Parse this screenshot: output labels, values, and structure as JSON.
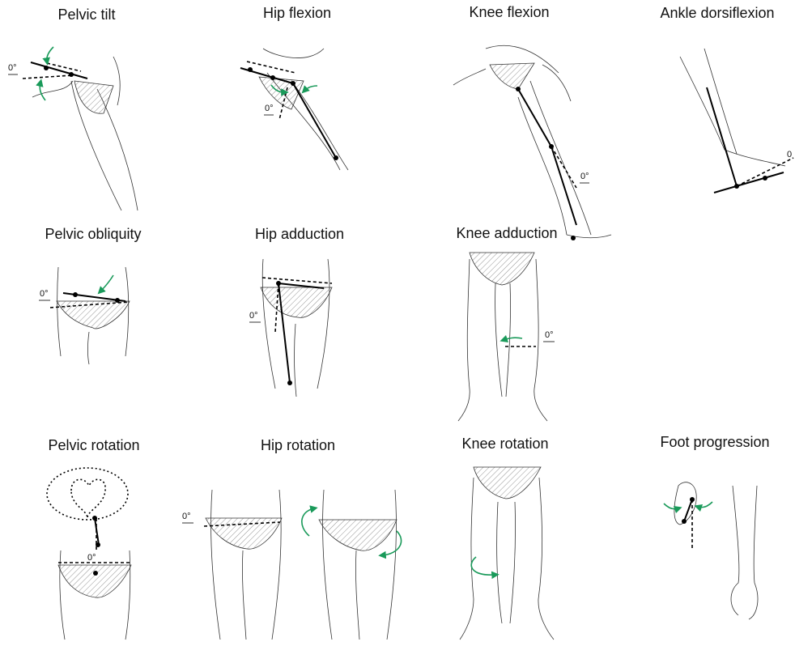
{
  "panels": {
    "pelvic_tilt": {
      "title": "Pelvic tilt",
      "deg": "0°"
    },
    "hip_flexion": {
      "title": "Hip flexion",
      "deg": "0°"
    },
    "knee_flexion": {
      "title": "Knee flexion",
      "deg": "0°"
    },
    "ankle_dorsiflexion": {
      "title": "Ankle dorsiflexion",
      "deg": "0"
    },
    "pelvic_obliquity": {
      "title": "Pelvic obliquity",
      "deg": "0°"
    },
    "hip_adduction": {
      "title": "Hip adduction",
      "deg": "0°"
    },
    "knee_adduction": {
      "title": "Knee adduction",
      "deg": "0°"
    },
    "pelvic_rotation": {
      "title": "Pelvic rotation",
      "deg": "0°"
    },
    "hip_rotation": {
      "title": "Hip rotation",
      "deg": "0°"
    },
    "knee_rotation": {
      "title": "Knee rotation"
    },
    "foot_progression": {
      "title": "Foot progression"
    }
  },
  "colors": {
    "arrow": "#1a9a5a",
    "line": "#000000",
    "outline": "#333333"
  }
}
